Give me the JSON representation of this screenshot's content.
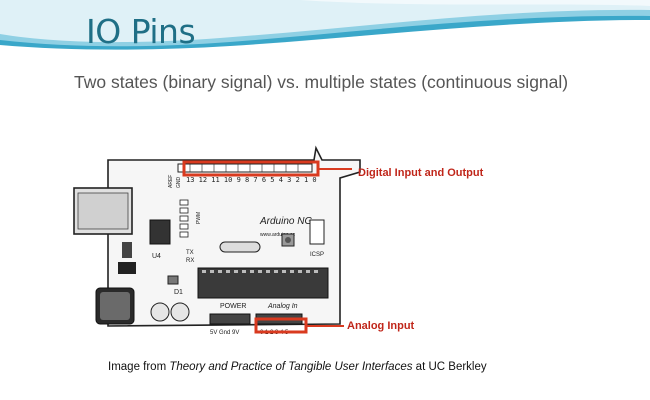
{
  "slide": {
    "title": "IO Pins",
    "subtitle": "Two states (binary signal)  vs. multiple states (continuous signal)"
  },
  "board": {
    "label": "Arduino NG",
    "url": "www.arduino.cc",
    "chip_label": "U4",
    "diode_label": "D1",
    "power_label": "POWER",
    "analog_label": "Analog In",
    "digital_pins": "13 12 11 10 9 8   7 6 5 4 3 2 1 0",
    "side_top": "AREF",
    "side_gnd": "GND",
    "tx": "TX",
    "rx": "RX",
    "pwm": "PWM",
    "power_pins": "5V Gnd 9V",
    "analog_pins": "0 1 2 3 4 5",
    "icsp": "ICSP"
  },
  "callouts": {
    "digital": "Digital Input and Output",
    "analog": "Analog Input"
  },
  "caption": {
    "prefix": "Image from ",
    "work": "Theory and Practice of Tangible User Interfaces",
    "suffix": " at UC Berkley"
  },
  "colors": {
    "title": "#1f6f86",
    "highlight": "#d93a1f",
    "wave_light": "#cfeaf3",
    "wave_dark": "#3aa7c9"
  }
}
